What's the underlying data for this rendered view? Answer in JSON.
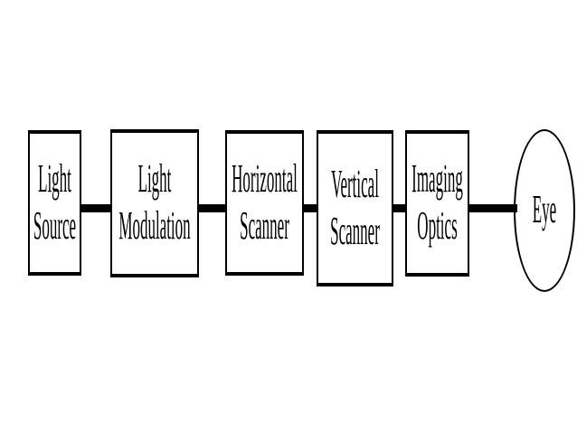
{
  "diagram": {
    "background_color": "#ffffff",
    "stroke_color": "#000000",
    "text_color": "#000000",
    "nodes": [
      {
        "id": "light-source",
        "shape": "rectangle",
        "lines": [
          "Light",
          "Source"
        ]
      },
      {
        "id": "light-modulation",
        "shape": "rectangle",
        "lines": [
          "Light",
          "Modulation"
        ]
      },
      {
        "id": "horizontal-scanner",
        "shape": "rectangle",
        "lines": [
          "Horizontal",
          "Scanner"
        ]
      },
      {
        "id": "vertical-scanner",
        "shape": "rectangle",
        "lines": [
          "Vertical",
          "Scanner"
        ]
      },
      {
        "id": "imaging-optics",
        "shape": "rectangle",
        "lines": [
          "Imaging",
          "Optics"
        ]
      },
      {
        "id": "eye",
        "shape": "ellipse",
        "lines": [
          "Eye"
        ]
      }
    ],
    "edges": [
      {
        "from": "light-source",
        "to": "light-modulation"
      },
      {
        "from": "light-modulation",
        "to": "horizontal-scanner"
      },
      {
        "from": "horizontal-scanner",
        "to": "vertical-scanner"
      },
      {
        "from": "vertical-scanner",
        "to": "imaging-optics"
      },
      {
        "from": "imaging-optics",
        "to": "eye"
      }
    ]
  }
}
